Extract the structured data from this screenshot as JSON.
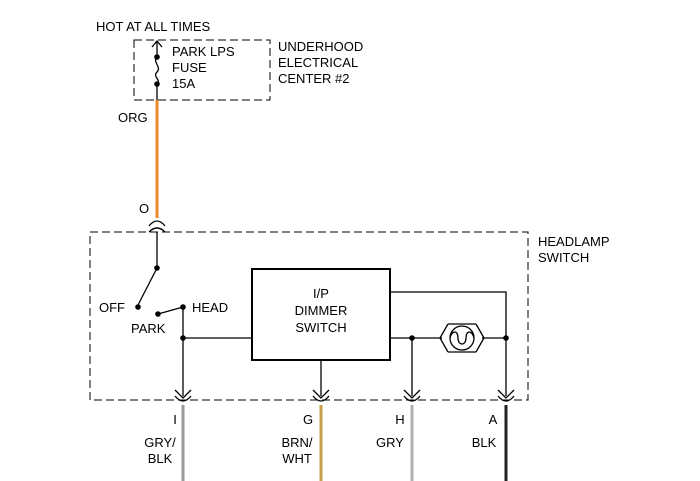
{
  "labels": {
    "hot_at_all_times": "HOT AT ALL TIMES",
    "fuse_line1": "PARK LPS",
    "fuse_line2": "FUSE",
    "fuse_line3": "15A",
    "underhood_line1": "UNDERHOOD",
    "underhood_line2": "ELECTRICAL",
    "underhood_line3": "CENTER #2",
    "org_wire": "ORG",
    "connector_o": "O",
    "headlamp_line1": "HEADLAMP",
    "headlamp_line2": "SWITCH",
    "off": "OFF",
    "head": "HEAD",
    "park": "PARK",
    "dimmer_line1": "I/P",
    "dimmer_line2": "DIMMER",
    "dimmer_line3": "SWITCH"
  },
  "terminals": [
    {
      "pin": "I",
      "color_line1": "GRY/",
      "color_line2": "BLK"
    },
    {
      "pin": "G",
      "color_line1": "BRN/",
      "color_line2": "WHT"
    },
    {
      "pin": "H",
      "color_line1": "GRY",
      "color_line2": ""
    },
    {
      "pin": "A",
      "color_line1": "BLK",
      "color_line2": ""
    }
  ],
  "wire_colors": {
    "org": "#e8892a",
    "gry_blk": "#9a9a9a",
    "brn_wht": "#c7a24a",
    "gry": "#b0b0b0",
    "blk": "#222222"
  }
}
